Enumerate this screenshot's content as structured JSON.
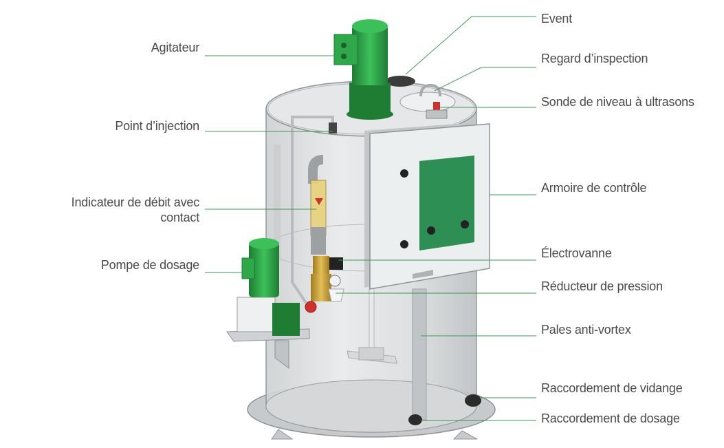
{
  "colors": {
    "leader": "#3a9a56",
    "label_text": "#4a4a4a",
    "tank_fill": "#d8dadc",
    "tank_edge": "#8f9396",
    "motor_green": "#2fa84a",
    "motor_green_dark": "#1e7c33",
    "panel_green": "#2e8f55",
    "cabinet": "#eceff0",
    "brass": "#c9a23a",
    "fitting_red": "#d0312d"
  },
  "labels": {
    "agitateur": "Agitateur",
    "point_injection": "Point d’injection",
    "indicateur_l1": "Indicateur de débit avec",
    "indicateur_l2": "contact",
    "pompe": "Pompe de dosage",
    "event": "Event",
    "regard": "Regard d’inspection",
    "sonde": "Sonde de niveau à ultrasons",
    "armoire": "Armoire de contrôle",
    "electrovanne": "Électrovanne",
    "reducteur": "Réducteur de pression",
    "pales": "Pales anti-vortex",
    "vidange": "Raccordement de vidange",
    "dosage": "Raccordement de dosage"
  },
  "icons": {
    "tank": "tank-illustration",
    "motor": "agitator-motor-icon",
    "pump": "dosing-pump-icon",
    "cabinet": "control-cabinet-icon"
  }
}
